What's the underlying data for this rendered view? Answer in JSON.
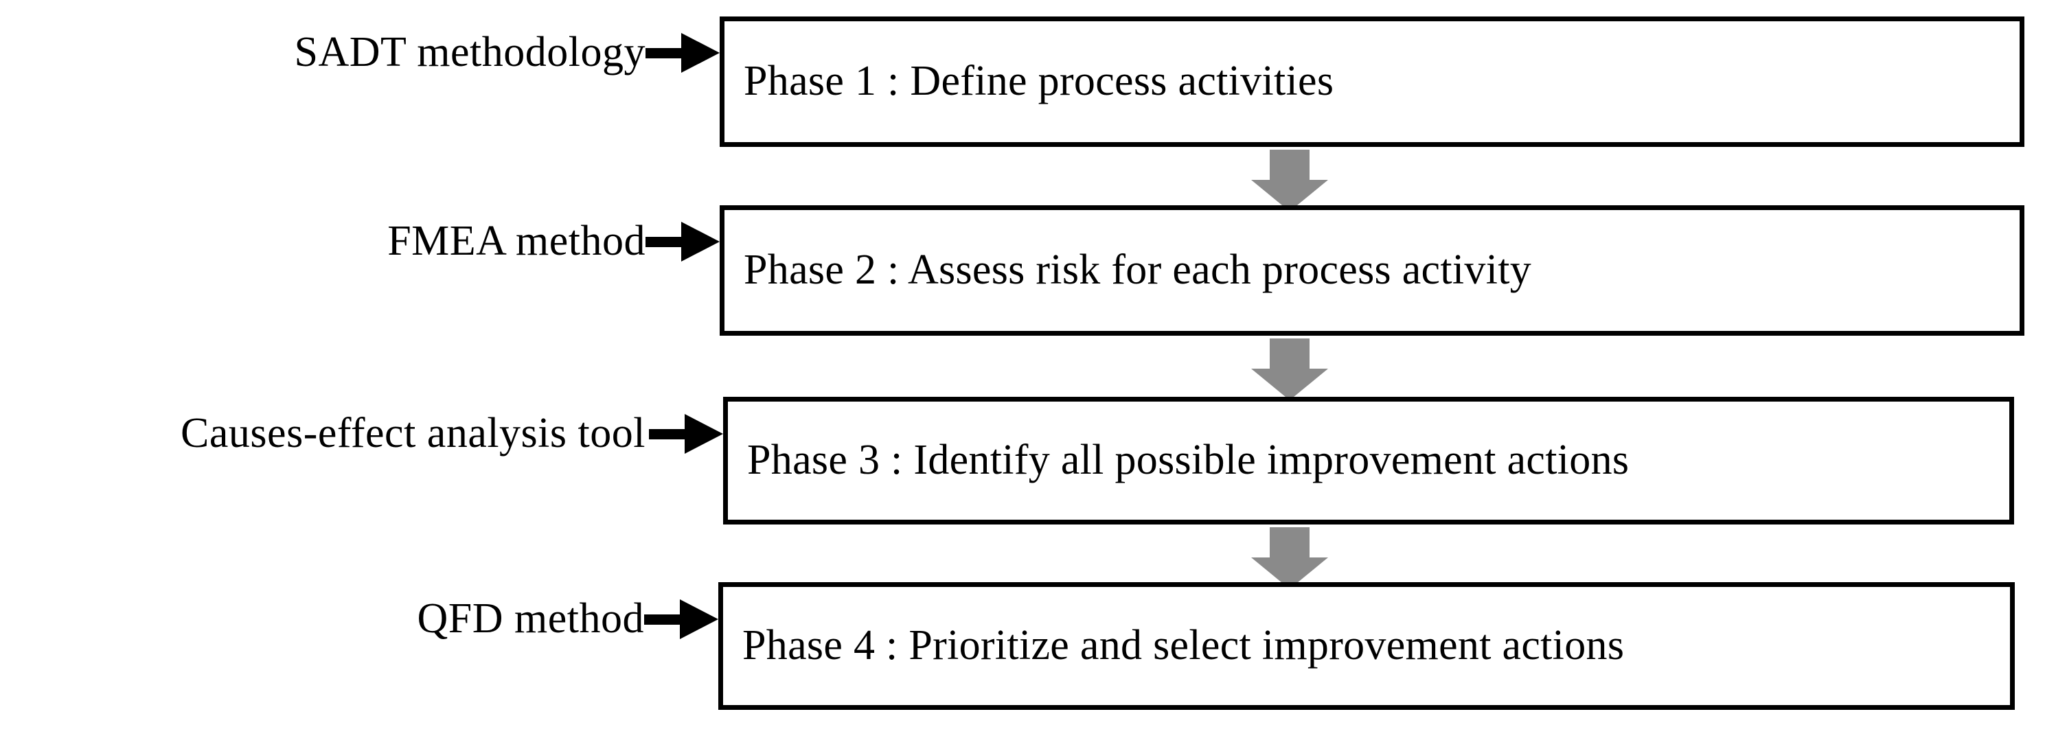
{
  "diagram": {
    "title": "Four-phase process improvement methodology flowchart",
    "colors": {
      "box_border": "#000000",
      "text": "#000000",
      "background": "#ffffff",
      "inbound_arrow": "#000000",
      "connector_arrow": "#8a8a8a"
    },
    "rows": [
      {
        "method_label": "SADT methodology",
        "phase_text": "Phase 1 : Define process activities"
      },
      {
        "method_label": "FMEA method",
        "phase_text": "Phase 2 : Assess risk for each process activity"
      },
      {
        "method_label": "Causes-effect analysis tool",
        "phase_text": "Phase 3 : Identify all possible improvement actions"
      },
      {
        "method_label": "QFD method",
        "phase_text": "Phase 4 : Prioritize and select improvement actions"
      }
    ],
    "connectors": [
      {
        "from": "Phase 1",
        "to": "Phase 2",
        "icon": "arrow-down-icon"
      },
      {
        "from": "Phase 2",
        "to": "Phase 3",
        "icon": "arrow-down-icon"
      },
      {
        "from": "Phase 3",
        "to": "Phase 4",
        "icon": "arrow-down-icon"
      }
    ],
    "inbound_arrow_icon": "arrow-right-icon"
  }
}
